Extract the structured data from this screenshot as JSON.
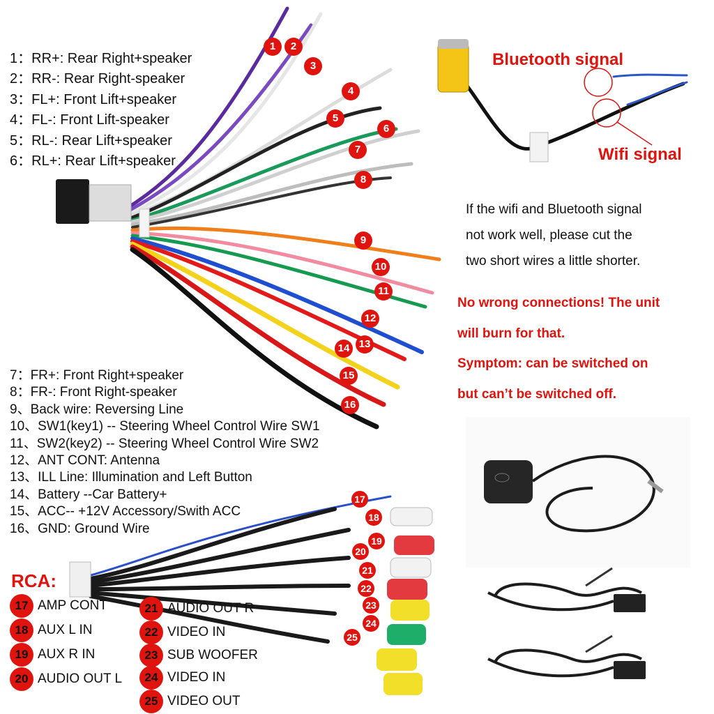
{
  "power_legend_top": [
    "1：RR+: Rear Right+speaker",
    "2：RR-: Rear Right-speaker",
    "3：FL+: Front Lift+speaker",
    "4：FL-: Front Lift-speaker",
    "5：RL-: Rear Lift+speaker",
    "6：RL+: Rear Lift+speaker"
  ],
  "power_legend_bottom": [
    "7：FR+: Front Right+speaker",
    "8：FR-: Front Right-speaker",
    "9、Back wire: Reversing Line",
    "10、SW1(key1) -- Steering Wheel Control Wire SW1",
    "11、SW2(key2) -- Steering Wheel Control Wire SW2",
    "12、ANT CONT: Antenna",
    "13、ILL Line: Illumination and Left Button",
    "14、Battery --Car Battery+",
    "15、ACC-- +12V Accessory/Swith ACC",
    "16、GND: Ground Wire"
  ],
  "wire_badges": [
    "1",
    "2",
    "3",
    "4",
    "5",
    "6",
    "7",
    "8",
    "9",
    "10",
    "11",
    "12",
    "13",
    "14",
    "15",
    "16"
  ],
  "signal_labels": {
    "bluetooth": "Bluetooth signal",
    "wifi": "Wifi signal"
  },
  "note_lines": [
    "If the wifi and Bluetooth signal",
    "not work well, please cut the",
    "two short wires a little shorter."
  ],
  "warning_lines": [
    "No wrong connections! The unit",
    "will burn for that.",
    "Symptom: can be switched on",
    "but can’t be switched off."
  ],
  "rca": {
    "title": "RCA:",
    "badges": [
      "17",
      "18",
      "19",
      "20",
      "21",
      "22",
      "23",
      "24",
      "25"
    ],
    "items": [
      {
        "num": "17",
        "label": "AMP CONT"
      },
      {
        "num": "18",
        "label": "AUX L IN"
      },
      {
        "num": "19",
        "label": "AUX R IN"
      },
      {
        "num": "20",
        "label": "AUDIO OUT L"
      },
      {
        "num": "21",
        "label": "AUDIO OUT R"
      },
      {
        "num": "22",
        "label": "VIDEO IN"
      },
      {
        "num": "23",
        "label": "SUB WOOFER"
      },
      {
        "num": "24",
        "label": "VIDEO IN"
      },
      {
        "num": "25",
        "label": "VIDEO OUT"
      }
    ]
  },
  "colors": {
    "accent_red": "#e0140f"
  }
}
